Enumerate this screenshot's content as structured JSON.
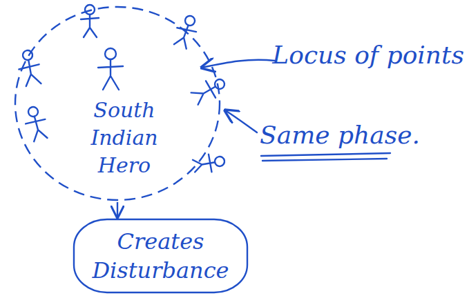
{
  "diagram": {
    "nodes": [
      {
        "text": [
          "South Indian Hero"
        ]
      },
      {
        "text": [
          "Creates Disturbance"
        ]
      }
    ],
    "edges": [
      {
        "from": 0,
        "to": 1,
        "arrow": "to"
      }
    ],
    "labels": [
      "Locus of points",
      "Same phase."
    ]
  }
}
